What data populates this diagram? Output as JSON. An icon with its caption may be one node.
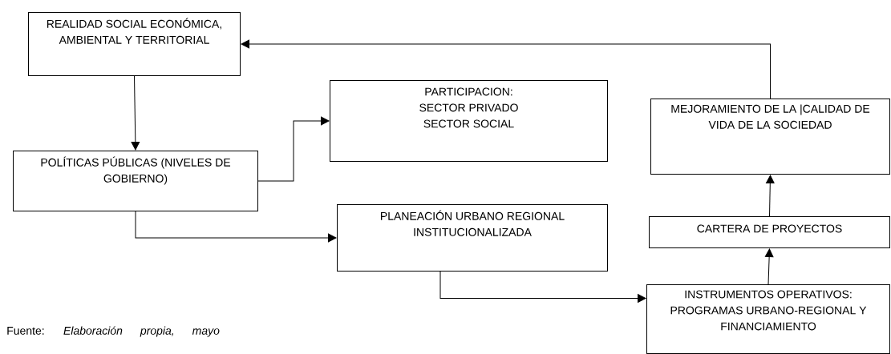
{
  "diagram": {
    "caption": "Fuente: *Elaboración propia, mayo*",
    "nodes": [
      {
        "text": [
          "REALIDAD SOCIAL ECONÓMICA, AMBIENTAL Y TERRITORIAL"
        ]
      },
      {
        "text": [
          "POLÍTICAS PÚBLICAS (NIVELES DE GOBIERNO)"
        ]
      },
      {
        "text": [
          "PARTICIPACION: SECTOR PRIVADO SECTOR SOCIAL"
        ]
      },
      {
        "text": [
          "PLANEACIÓN URBANO REGIONAL INSTITUCIONALIZADA"
        ]
      },
      {
        "text": [
          "MEJORAMIENTO DE LA |CALIDAD DE VIDA DE LA SOCIEDAD"
        ]
      },
      {
        "text": [
          "CARTERA DE PROYECTOS"
        ]
      },
      {
        "text": [
          "INSTRUMENTOS OPERATIVOS: PROGRAMAS URBANO-REGIONAL Y FINANCIAMIENTO"
        ]
      }
    ],
    "edges": [
      {
        "from": 0,
        "to": 1,
        "arrow": "to"
      },
      {
        "from": 1,
        "to": 2,
        "arrow": "to"
      },
      {
        "from": 1,
        "to": 3,
        "arrow": "to"
      },
      {
        "from": 3,
        "to": 6,
        "arrow": "to"
      },
      {
        "from": 6,
        "to": 5,
        "arrow": "to"
      },
      {
        "from": 5,
        "to": 4,
        "arrow": "to"
      },
      {
        "from": 4,
        "to": 0,
        "arrow": "to"
      }
    ]
  }
}
